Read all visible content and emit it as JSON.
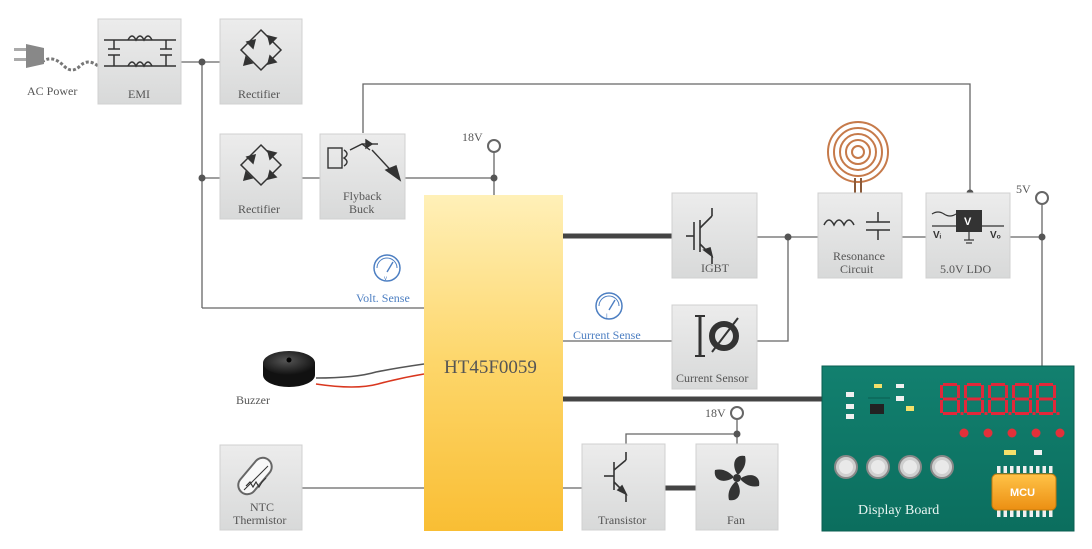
{
  "labels": {
    "ac_power": "AC Power",
    "emi": "EMI",
    "rectifier_top": "Rectifier",
    "rectifier_mid": "Rectifier",
    "flyback_line1": "Flyback",
    "flyback_line2": "Buck",
    "v18_top": "18V",
    "v5": "5V",
    "v18_fan": "18V",
    "volt_sense": "Volt. Sense",
    "current_sense": "Current Sense",
    "mcu_main": "HT45F0059",
    "igbt": "IGBT",
    "resonance_line1": "Resonance",
    "resonance_line2": "Circuit",
    "ldo": "5.0V LDO",
    "ldo_vi": "Vᵢ",
    "ldo_vo": "Vₒ",
    "ldo_v": "V",
    "current_sensor": "Current Sensor",
    "buzzer": "Buzzer",
    "ntc_line1": "NTC",
    "ntc_line2": "Thermistor",
    "transistor": "Transistor",
    "fan": "Fan",
    "display_board": "Display  Board",
    "mcu_chip": "MCU"
  },
  "colors": {
    "block_fill": "#e2e3e3",
    "line": "#666666",
    "bus": "#444444",
    "accent_blue": "#4d7fc2",
    "mcu_gradient_top": "#ffe9a3",
    "mcu_gradient_bottom": "#fbc43a",
    "board_green": "#0f7d6b",
    "seven_seg_red": "#e0283a",
    "mcu_chip_orange": "#f4a41c"
  }
}
